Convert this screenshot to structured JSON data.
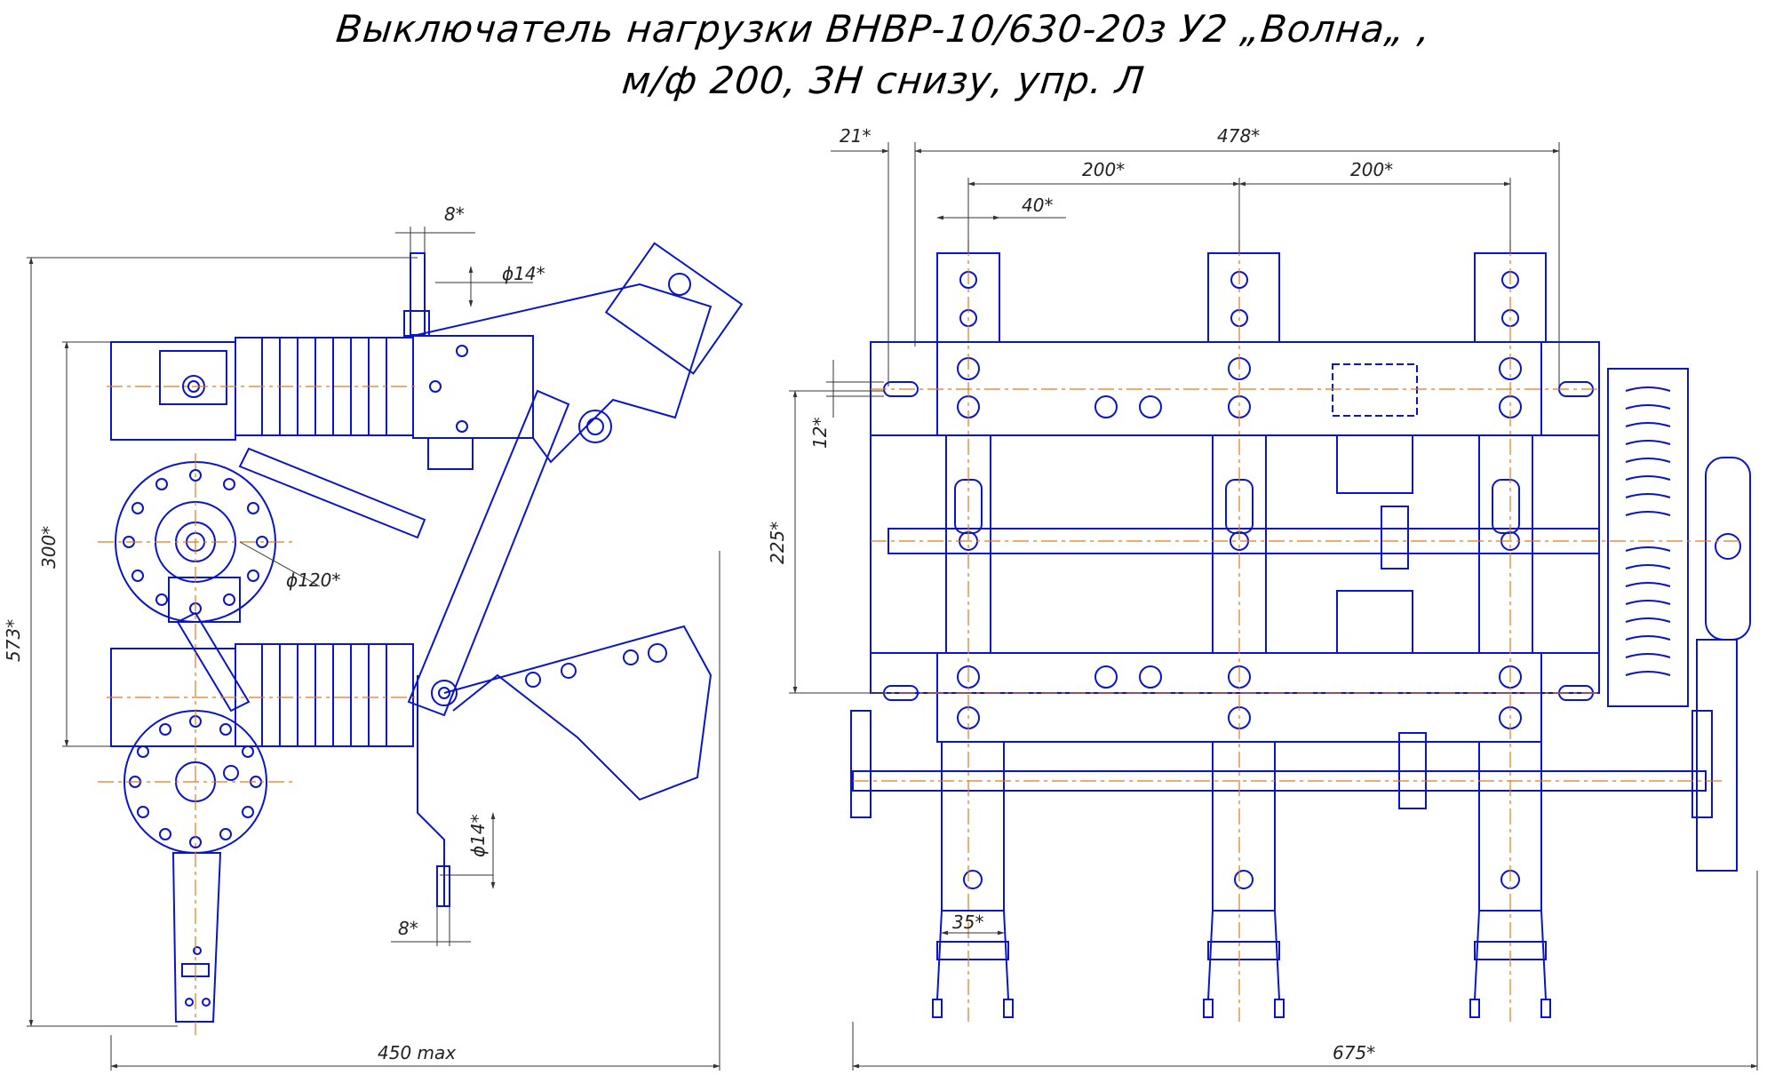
{
  "title": {
    "line1": "Выключатель нагрузки ВНВР-10/630-20з У2 „Волна„ ,",
    "line2": "м/ф 200, ЗН снизу, упр. Л"
  },
  "left_view": {
    "dims": {
      "top_thickness": "8*",
      "top_hole": "ϕ14*",
      "wheel_dia": "ϕ120*",
      "inner_height": "300*",
      "total_height": "573*",
      "bottom_hole": "ϕ14*",
      "bottom_thickness": "8*",
      "width": "450 max"
    }
  },
  "right_view": {
    "dims": {
      "left_offset": "21*",
      "overall_top": "478*",
      "pitch_a": "200*",
      "pitch_b": "200*",
      "small": "40*",
      "slot": "12*",
      "height": "225*",
      "blade": "35*",
      "total_width": "675*"
    }
  },
  "colors": {
    "outline": "#0a14c8",
    "axis": "#e07a1c",
    "dim": "#333333",
    "title": "#000000"
  }
}
